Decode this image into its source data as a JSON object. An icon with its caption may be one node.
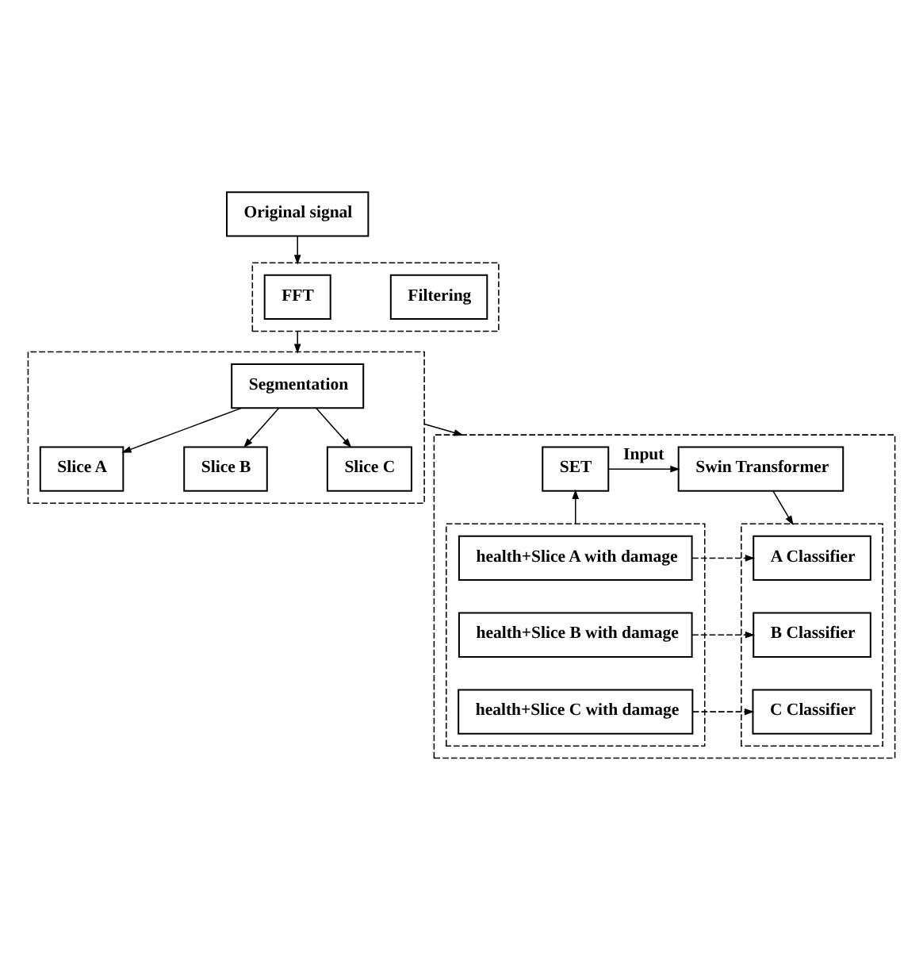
{
  "diagram": {
    "nodes": [
      {
        "text": [
          "Original signal"
        ]
      },
      {
        "text": [],
        "shape": "box"
      },
      {
        "text": [
          "FFT"
        ],
        "in": 1
      },
      {
        "text": [
          "Filtering"
        ],
        "in": 1
      },
      {
        "text": [],
        "shape": "box"
      },
      {
        "text": [
          "Segmentation"
        ],
        "in": 4
      },
      {
        "text": [
          "Slice A"
        ],
        "in": 4
      },
      {
        "text": [
          "Slice B"
        ],
        "in": 4
      },
      {
        "text": [
          "Slice C"
        ],
        "in": 4
      },
      {
        "text": [],
        "shape": "box"
      },
      {
        "text": [
          "SET"
        ],
        "in": 9
      },
      {
        "text": [
          "Swin Transformer"
        ],
        "in": 9
      },
      {
        "text": [],
        "shape": "box",
        "in": 9
      },
      {
        "text": [
          "health+Slice A with damage"
        ],
        "in": 12
      },
      {
        "text": [
          "health+Slice B with damage"
        ],
        "in": 12
      },
      {
        "text": [
          "health+Slice C with damage"
        ],
        "in": 12
      },
      {
        "text": [],
        "shape": "box",
        "in": 9
      },
      {
        "text": [
          "A Classifier"
        ],
        "in": 16
      },
      {
        "text": [
          "B Classifier"
        ],
        "in": 16
      },
      {
        "text": [
          "C Classifier"
        ],
        "in": 16
      }
    ],
    "edges": [
      {
        "from": 0,
        "to": 1,
        "arrow": "to"
      },
      {
        "from": 1,
        "to": 4,
        "arrow": "to"
      },
      {
        "from": 5,
        "to": 6,
        "arrow": "to"
      },
      {
        "from": 5,
        "to": 7,
        "arrow": "to"
      },
      {
        "from": 5,
        "to": 8,
        "arrow": "to"
      },
      {
        "from": 4,
        "to": 9,
        "arrow": "to"
      },
      {
        "from": 12,
        "to": 10,
        "arrow": "to"
      },
      {
        "from": 10,
        "to": 11,
        "arrow": "to",
        "label": "Input"
      },
      {
        "from": 11,
        "to": 16,
        "arrow": "to"
      },
      {
        "from": 13,
        "to": 17,
        "arrow": "to",
        "style": "dashed"
      },
      {
        "from": 14,
        "to": 18,
        "arrow": "to",
        "style": "dashed"
      },
      {
        "from": 15,
        "to": 19,
        "arrow": "to",
        "style": "dashed"
      }
    ]
  }
}
